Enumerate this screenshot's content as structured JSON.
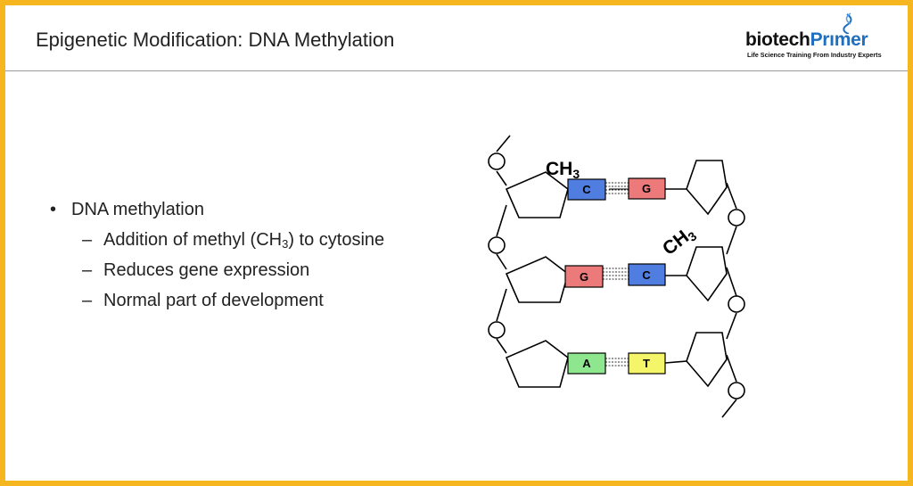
{
  "slide": {
    "title": "Epigenetic Modification: DNA Methylation"
  },
  "logo": {
    "word_dark": "biotech",
    "word_blue": "Pr",
    "word_blue_rest": "mer",
    "tagline": "Life Science Training From Industry Experts"
  },
  "bullets": {
    "main": "DNA methylation",
    "sub1_before": "Addition of methyl (CH",
    "sub1_subscript": "3",
    "sub1_after": ") to cytosine",
    "sub2": "Reduces gene expression",
    "sub3": "Normal part of development"
  },
  "diagram": {
    "methyl_group": "CH",
    "methyl_subscript": "3",
    "pairs": [
      {
        "left": "C",
        "left_color": "#4f7de0",
        "right": "G",
        "right_color": "#ec7a7a"
      },
      {
        "left": "G",
        "left_color": "#ec7a7a",
        "right": "C",
        "right_color": "#4f7de0"
      },
      {
        "left": "A",
        "left_color": "#8ee68e",
        "right": "T",
        "right_color": "#f5f56a"
      }
    ]
  },
  "colors": {
    "border": "#f6b620",
    "brand_blue": "#1f6fc1",
    "cytosine": "#4f7de0",
    "guanine": "#ec7a7a",
    "adenine": "#8ee68e",
    "thymine": "#f5f56a"
  }
}
